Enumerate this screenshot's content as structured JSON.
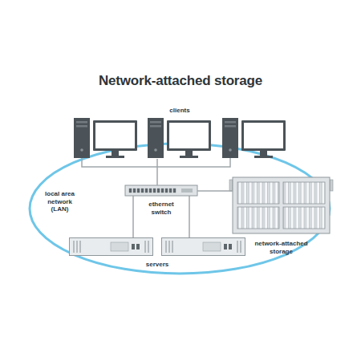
{
  "diagram": {
    "title": "Network-attached storage",
    "nodes": [
      {
        "text": [
          "clients"
        ]
      },
      {
        "text": [
          "ethernet switch"
        ]
      },
      {
        "text": [
          "network-attached storage"
        ]
      },
      {
        "text": [
          "servers"
        ]
      }
    ],
    "edges": [
      {
        "from": 0,
        "to": 1,
        "arrow": "none"
      },
      {
        "from": 1,
        "to": 2,
        "arrow": "none"
      },
      {
        "from": 1,
        "to": 3,
        "arrow": "none"
      }
    ],
    "labels": [
      "local area network (LAN)"
    ]
  }
}
